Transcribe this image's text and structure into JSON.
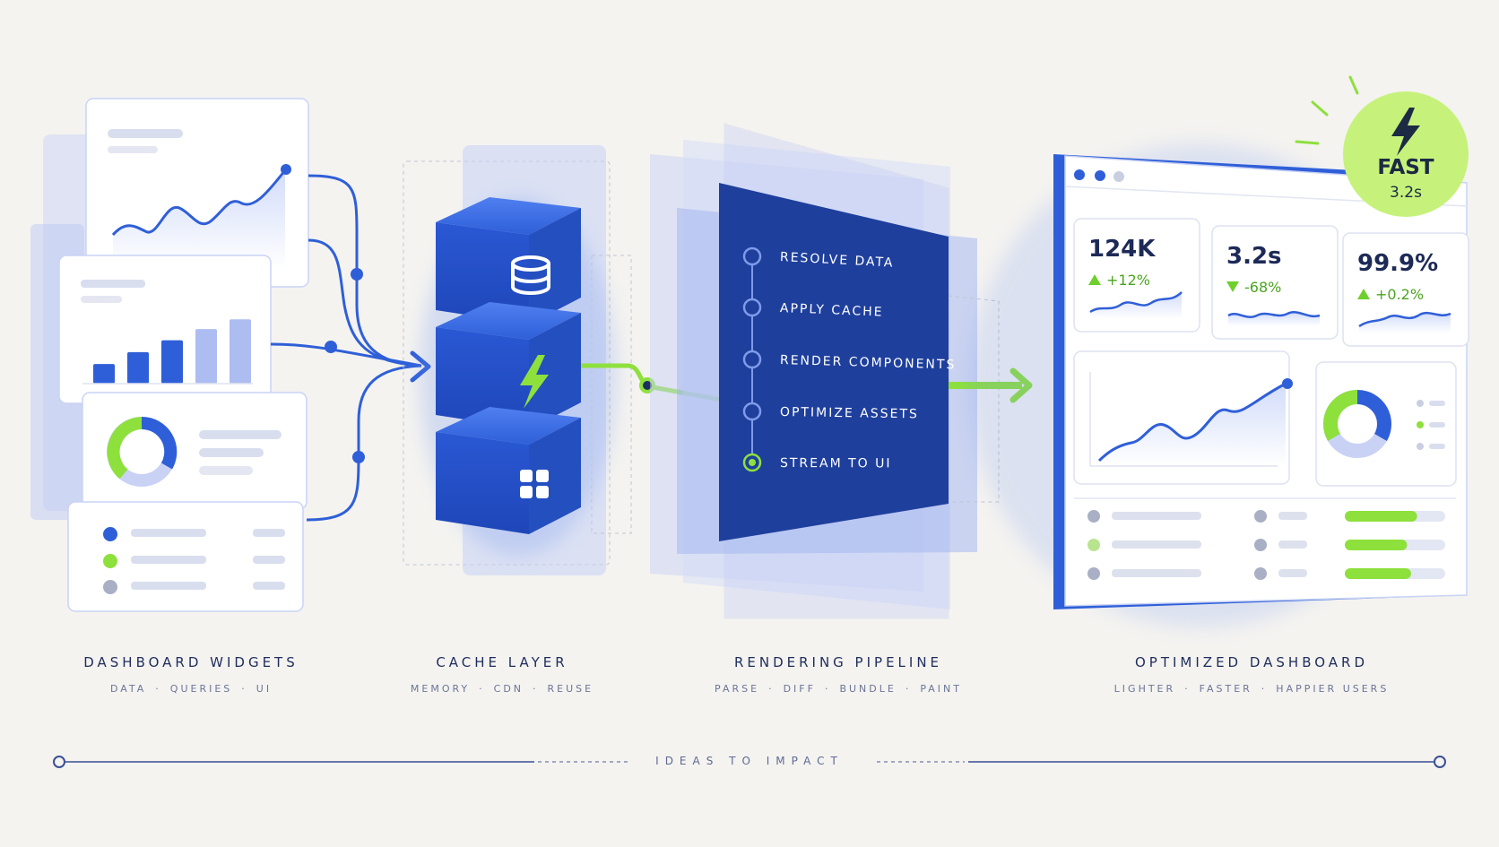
{
  "stages": [
    {
      "title": "DASHBOARD WIDGETS",
      "subs": [
        "DATA",
        "QUERIES",
        "UI"
      ]
    },
    {
      "title": "CACHE LAYER",
      "subs": [
        "MEMORY",
        "CDN",
        "REUSE"
      ]
    },
    {
      "title": "RENDERING PIPELINE",
      "subs": [
        "PARSE",
        "DIFF",
        "BUNDLE",
        "PAINT"
      ]
    },
    {
      "title": "OPTIMIZED DASHBOARD",
      "subs": [
        "LIGHTER",
        "FASTER",
        "HAPPIER USERS"
      ]
    }
  ],
  "pipeline_steps": [
    "RESOLVE DATA",
    "APPLY CACHE",
    "RENDER COMPONENTS",
    "OPTIMIZE ASSETS",
    "STREAM TO UI"
  ],
  "badge": {
    "label": "FAST",
    "value": "3.2s"
  },
  "metrics": [
    {
      "value": "124K",
      "delta": "+12%",
      "direction": "up"
    },
    {
      "value": "3.2s",
      "delta": "-68%",
      "direction": "down"
    },
    {
      "value": "99.9%",
      "delta": "+0.2%",
      "direction": "up"
    }
  ],
  "progress_bars": [
    0.72,
    0.62,
    0.66
  ],
  "widget_bar_values": [
    0.28,
    0.45,
    0.62,
    0.78,
    0.92
  ],
  "timeline_label": "IDEAS TO IMPACT",
  "colors": {
    "blue": "#2f5fd8",
    "navy": "#1f3f99",
    "green": "#8ee03c",
    "lime_badge": "#c6f27c",
    "panel": "#ffffff",
    "text": "#1f2d5c"
  },
  "icons": [
    "database-icon",
    "lightning-icon",
    "grid-icon",
    "lightning-icon"
  ]
}
